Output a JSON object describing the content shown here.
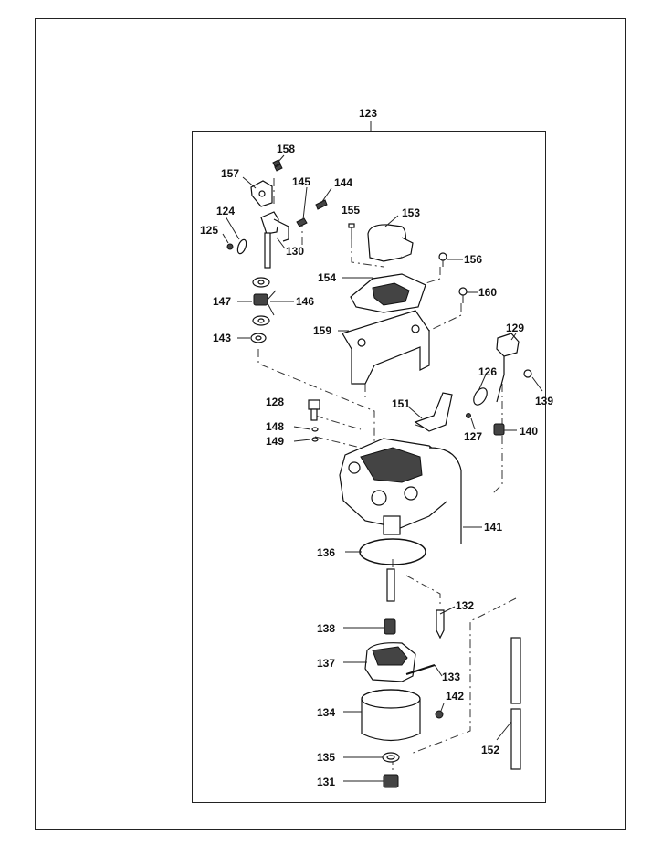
{
  "diagram": {
    "assembly_label": "123",
    "labels": {
      "p123": "123",
      "p124": "124",
      "p125": "125",
      "p126": "126",
      "p127": "127",
      "p128": "128",
      "p129": "129",
      "p130": "130",
      "p131": "131",
      "p132": "132",
      "p133": "133",
      "p134": "134",
      "p135": "135",
      "p136": "136",
      "p137": "137",
      "p138": "138",
      "p139": "139",
      "p140": "140",
      "p141": "141",
      "p142": "142",
      "p143": "143",
      "p144": "144",
      "p145": "145",
      "p146": "146",
      "p147": "147",
      "p148": "148",
      "p149": "149",
      "p151": "151",
      "p152": "152",
      "p153": "153",
      "p154": "154",
      "p155": "155",
      "p156": "156",
      "p157": "157",
      "p158": "158",
      "p159": "159",
      "p160": "160"
    }
  }
}
